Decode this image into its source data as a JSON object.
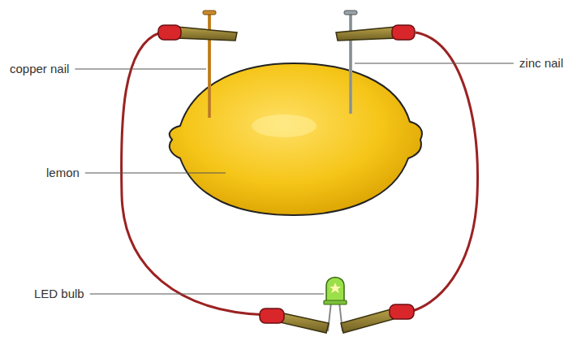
{
  "diagram": {
    "labels": [
      "copper nail",
      "zinc nail",
      "lemon",
      "LED bulb"
    ]
  }
}
